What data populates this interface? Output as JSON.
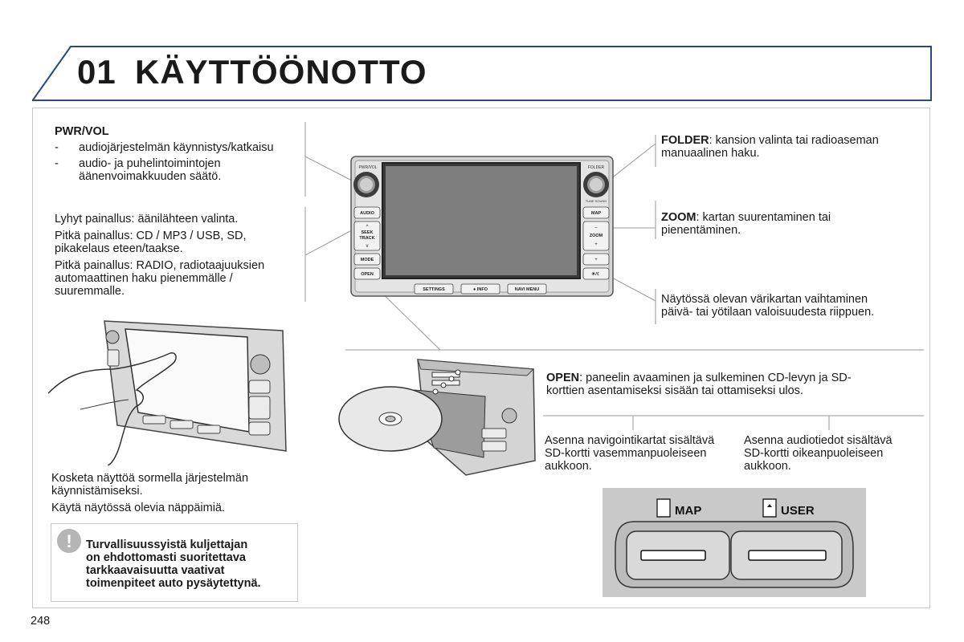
{
  "header": {
    "chapter_number": "01",
    "chapter_title": "KÄYTTÖÖNOTTO"
  },
  "pwr_vol": {
    "title": "PWR/VOL",
    "items": [
      {
        "dash": "-",
        "text": "audiojärjestelmän käynnistys/katkaisu"
      },
      {
        "dash": "-",
        "text_l1": "audio- ja puhelintoimintojen",
        "text_l2": "äänenvoimakkuuden säätö."
      }
    ]
  },
  "audio_seek": {
    "p1": "Lyhyt painallus: äänilähteen valinta.",
    "p2_l1": "Pitkä painallus: CD / MP3 / USB, SD,",
    "p2_l2": "pikakelaus eteen/taakse.",
    "p3_l1": "Pitkä painallus: RADIO, radiotaajuuksien",
    "p3_l2": "automaattinen haku pienemmälle /",
    "p3_l3": "suuremmalle."
  },
  "touch": {
    "p1_l1": "Kosketa näyttöä sormella järjestelmän",
    "p1_l2": "käynnistämiseksi.",
    "p2": "Käytä näytössä olevia näppäimiä."
  },
  "warning": {
    "icon_glyph": "!",
    "l1": "Turvallisuussyistä kuljettajan",
    "l2": "on ehdottomasti suoritettava",
    "l3": "tarkkaavaisuutta vaativat",
    "l4": "toimenpiteet auto pysäytettynä."
  },
  "folder": {
    "label": "FOLDER",
    "l1_rest": ": kansion valinta tai radioaseman",
    "l2": "manuaalinen haku."
  },
  "zoom": {
    "label": "ZOOM",
    "l1_rest": ": kartan suurentaminen tai",
    "l2": "pienentäminen."
  },
  "day_night": {
    "l1": "Näytössä olevan värikartan vaihtaminen",
    "l2": "päivä- tai yötilaan valoisuudesta riippuen."
  },
  "open": {
    "label": "OPEN",
    "l1_rest": ": paneelin avaaminen ja sulkeminen CD-levyn ja SD-",
    "l2": "korttien asentamiseksi sisään tai ottamiseksi ulos."
  },
  "sd_left": {
    "l1": "Asenna navigointikartat sisältävä",
    "l2": "SD-kortti vasemmanpuoleiseen",
    "l3": "aukkoon."
  },
  "sd_right": {
    "l1": "Asenna audiotiedot sisältävä",
    "l2": "SD-kortti oikeanpuoleiseen",
    "l3": "aukkoon."
  },
  "device": {
    "knob_left_label": "PWR/VOL",
    "knob_right_label": "FOLDER",
    "knob_right_sub": "TUNE SOUND",
    "btn_audio": "AUDIO",
    "btn_seek_l1": "SEEK",
    "btn_seek_l2": "TRACK",
    "btn_mode": "MODE",
    "btn_open": "OPEN",
    "btn_map": "MAP",
    "btn_zoom": "ZOOM",
    "btn_daynight": "☀/☾",
    "btn_settings": "SETTINGS",
    "btn_info": "● INFO",
    "btn_navi": "NAVI MENU"
  },
  "sd_slots": {
    "map_label": "MAP",
    "user_label": "USER"
  },
  "page_number": "248",
  "colors": {
    "header_line": "#2a4a7a",
    "frame": "#c8c8c8",
    "warning_icon": "#b5b5b5",
    "sd_panel": "#c9c9c9"
  }
}
